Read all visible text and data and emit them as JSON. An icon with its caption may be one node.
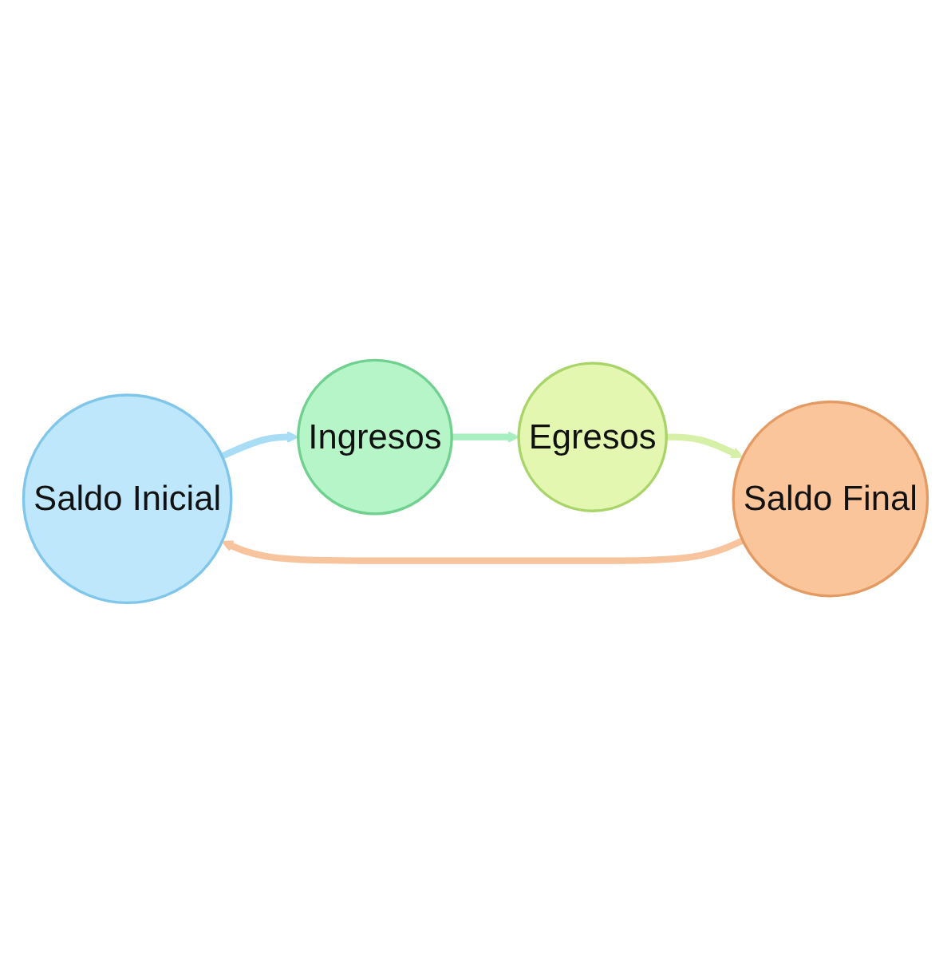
{
  "diagram": {
    "nodes": [
      {
        "text": [
          "Saldo Inicial"
        ]
      },
      {
        "text": [
          "Ingresos"
        ]
      },
      {
        "text": [
          "Egresos"
        ]
      },
      {
        "text": [
          "Saldo Final"
        ]
      }
    ],
    "edges": [
      {
        "from": 0,
        "to": 1,
        "arrow": "to",
        "color": "#a9dcf5"
      },
      {
        "from": 1,
        "to": 2,
        "arrow": "to",
        "color": "#a8efc0"
      },
      {
        "from": 2,
        "to": 3,
        "arrow": "to",
        "color": "#d6f0a8"
      },
      {
        "from": 3,
        "to": 0,
        "arrow": "to",
        "color": "#f7c49e"
      }
    ]
  }
}
